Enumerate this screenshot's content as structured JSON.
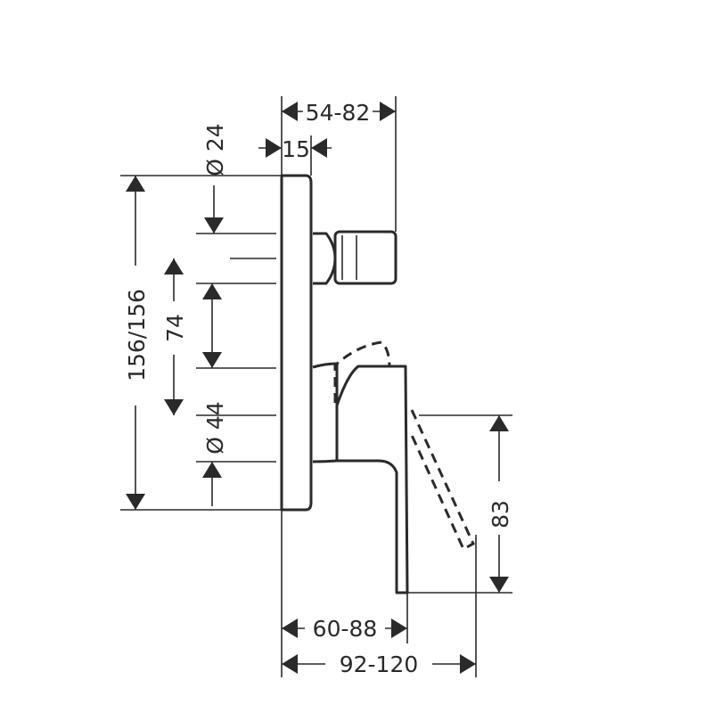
{
  "drawing": {
    "dimensions": {
      "depth_top": "54-82",
      "wall_thickness": "15",
      "diameter_top": "Ø 24",
      "height_total": "156/156",
      "spacing": "74",
      "diameter_mid": "Ø 44",
      "lever_height": "83",
      "depth_mid": "60-88",
      "depth_bottom": "92-120"
    }
  }
}
